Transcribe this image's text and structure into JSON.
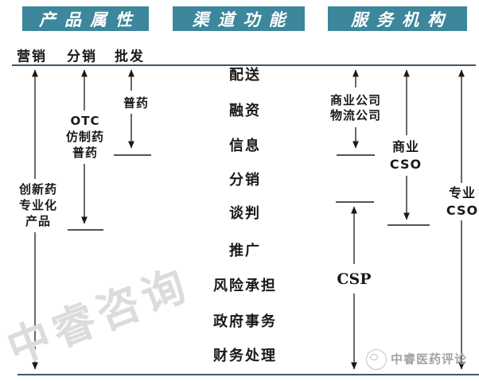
{
  "colors": {
    "header-bg": "#3c879b",
    "header-text": "#ffffff",
    "line": "#283e52",
    "arrow": "#1a1a1a",
    "wm": "#dcdcdc",
    "footer-gray": "#a3a3a3"
  },
  "headers": {
    "product": "产品属性",
    "channel": "渠道功能",
    "service": "服务机构"
  },
  "axis": {
    "marketing": "营销",
    "distribution": "分销",
    "wholesale": "批发"
  },
  "products": {
    "wholesale_note": "普药",
    "distribution_note": "OTC\n仿制药\n普药",
    "marketing_note": "创新药\n专业化\n产品"
  },
  "functions": [
    "配送",
    "融资",
    "信息",
    "分销",
    "谈判",
    "推广",
    "风险承担",
    "政府事务",
    "财务处理"
  ],
  "services": {
    "logistics_note": "商业公司\n物流公司",
    "commercial_cso": "商业\nCSO",
    "professional_cso": "专业\nCSO",
    "csp": "CSP"
  },
  "watermark": {
    "diagonal": "中睿咨询",
    "footer": "中睿医药评论"
  }
}
